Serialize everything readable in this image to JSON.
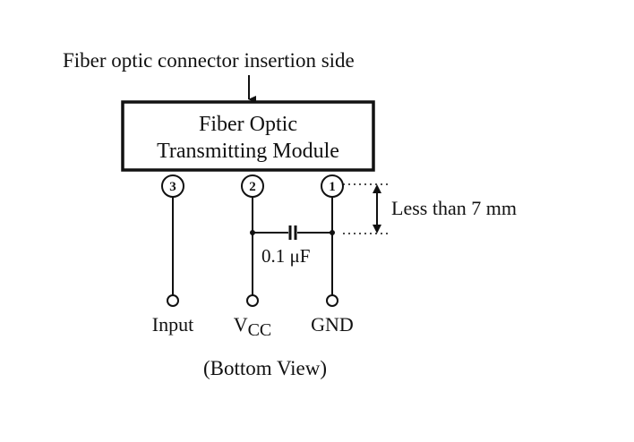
{
  "diagram": {
    "insertion_side_label": "Fiber optic connector insertion side",
    "module": {
      "line1": "Fiber Optic",
      "line2": "Transmitting Module"
    },
    "pins": [
      {
        "number": "3",
        "name": "Input"
      },
      {
        "number": "2",
        "name_main": "V",
        "name_sub": "CC"
      },
      {
        "number": "1",
        "name": "GND"
      }
    ],
    "capacitor_label": "0.1 μF",
    "dimension_label": "Less than 7 mm",
    "view_label": "(Bottom View)"
  }
}
